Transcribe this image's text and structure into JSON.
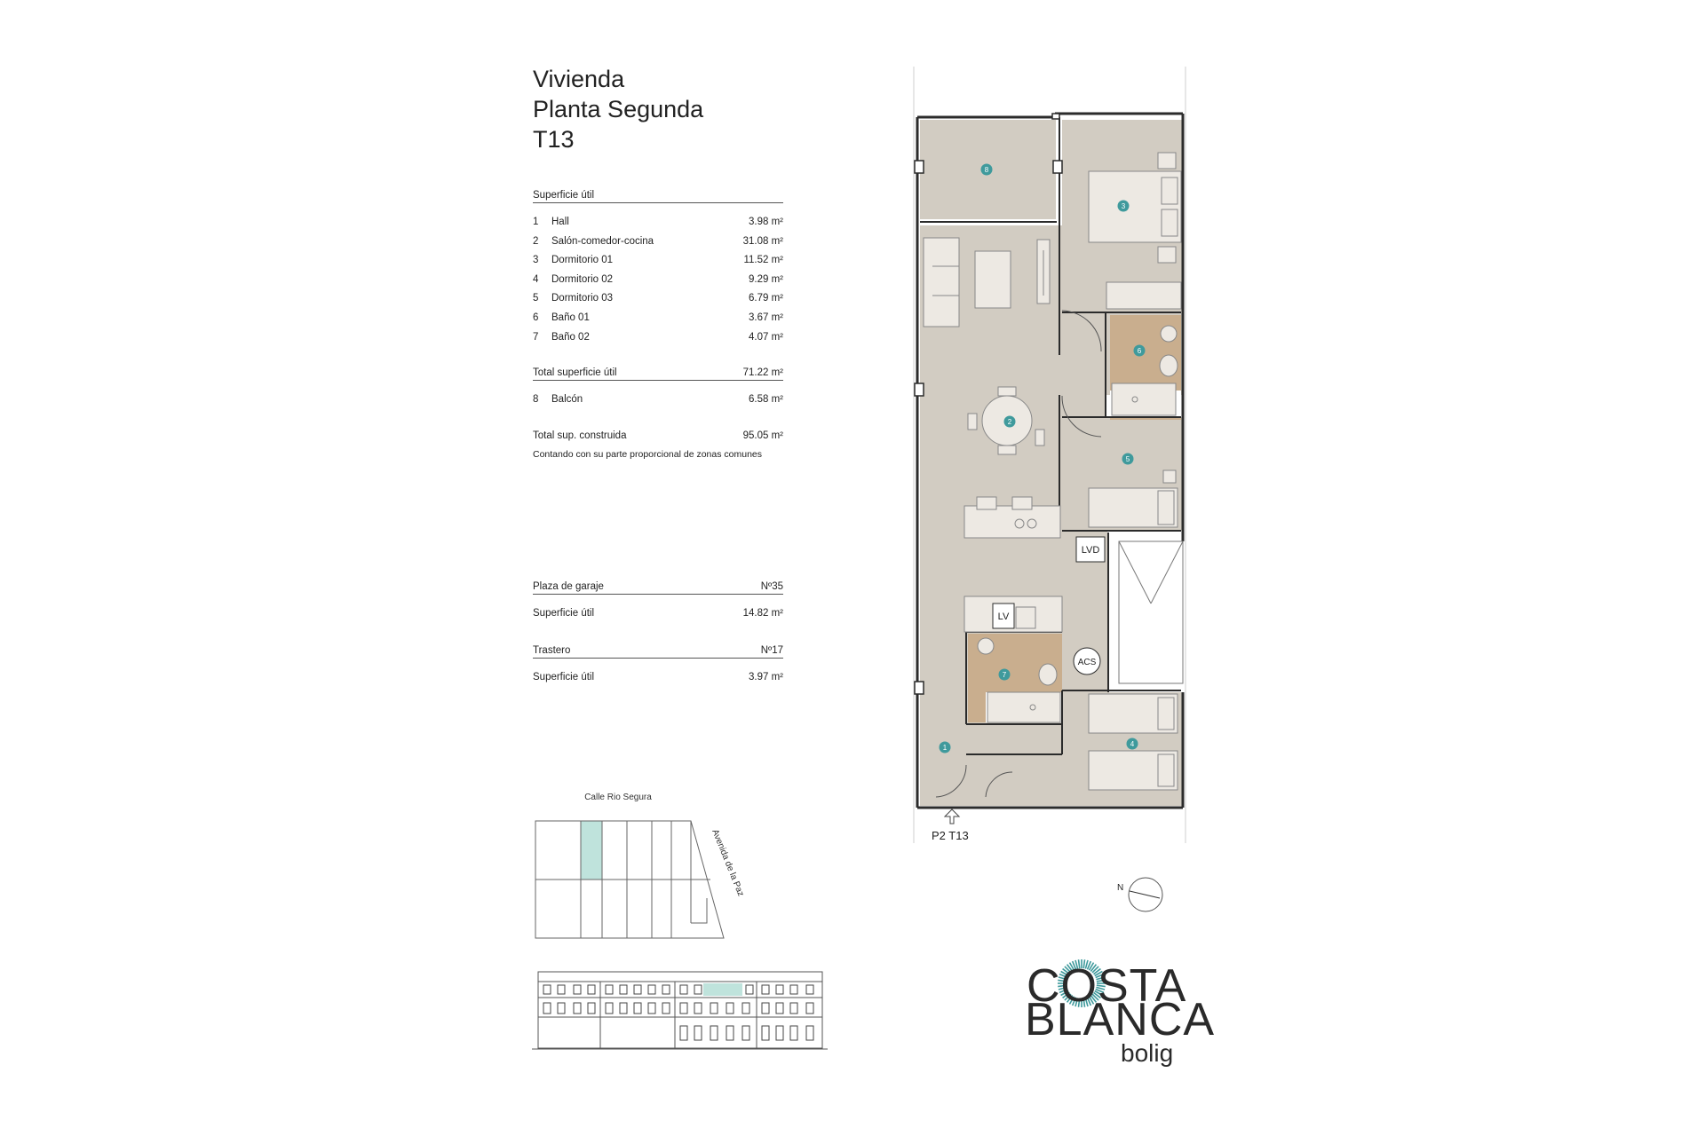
{
  "title": {
    "line1": "Vivienda",
    "line2": "Planta Segunda",
    "line3": "T13"
  },
  "surface": {
    "header": "Superficie útil",
    "rooms": [
      {
        "n": "1",
        "label": "Hall",
        "value": "3.98 m²"
      },
      {
        "n": "2",
        "label": "Salón-comedor-cocina",
        "value": "31.08 m²"
      },
      {
        "n": "3",
        "label": "Dormitorio 01",
        "value": "11.52 m²"
      },
      {
        "n": "4",
        "label": "Dormitorio 02",
        "value": "9.29 m²"
      },
      {
        "n": "5",
        "label": "Dormitorio 03",
        "value": "6.79 m²"
      },
      {
        "n": "6",
        "label": "Baño 01",
        "value": "3.67 m²"
      },
      {
        "n": "7",
        "label": "Baño 02",
        "value": "4.07 m²"
      }
    ],
    "total_label": "Total superficie útil",
    "total_value": "71.22 m²",
    "balcony": {
      "n": "8",
      "label": "Balcón",
      "value": "6.58 m²"
    },
    "built_label": "Total sup. construida",
    "built_value": "95.05 m²",
    "built_note": "Contando con su parte proporcional de zonas comunes"
  },
  "garage": {
    "label": "Plaza de garaje",
    "number": "Nº35",
    "surface_label": "Superficie útil",
    "surface_value": "14.82 m²"
  },
  "storage": {
    "label": "Trastero",
    "number": "Nº17",
    "surface_label": "Superficie útil",
    "surface_value": "3.97 m²"
  },
  "siteplan": {
    "street_top": "Calle Rio Segura",
    "street_side": "Avenida de la Paz"
  },
  "floorplan": {
    "unit_label": "P2 T13",
    "room_markers": [
      "1",
      "2",
      "3",
      "4",
      "5",
      "6",
      "7",
      "8"
    ],
    "fixtures": {
      "lvd": "LVD",
      "lv": "LV",
      "acs": "ACS"
    },
    "compass": "N"
  },
  "logo": {
    "line1": "COSTA",
    "line2": "BLANCA",
    "line3": "bolig"
  },
  "colors": {
    "floor": "#d2ccc2",
    "bath": "#c9ae8e",
    "marker": "#3f9a9c",
    "wall": "#2b2b2b",
    "highlight": "#bfe3dc"
  }
}
